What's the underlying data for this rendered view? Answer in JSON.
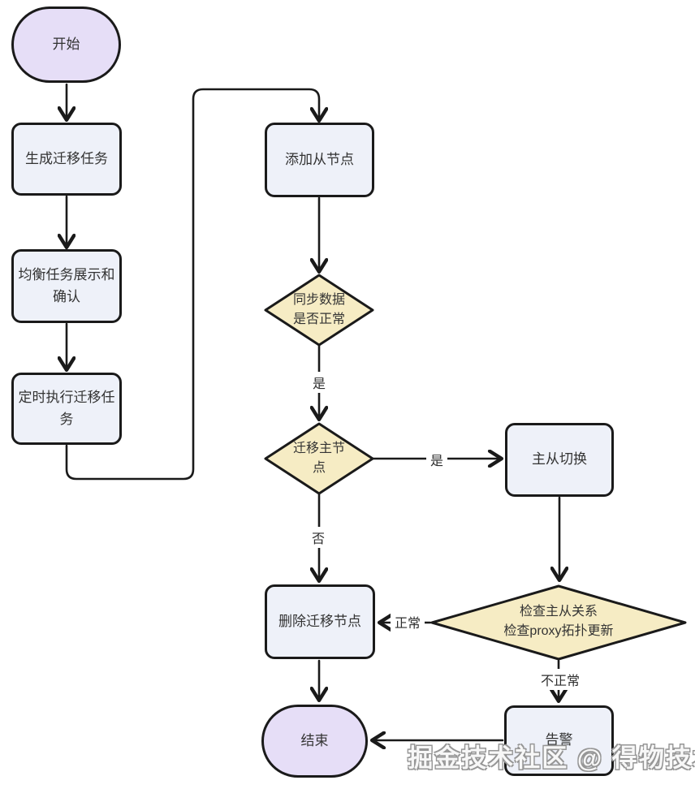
{
  "diagram": {
    "watermark": "掘金技术社区 @ 得物技术",
    "colors": {
      "terminal_fill": "#e6def7",
      "process_fill": "#eef1f9",
      "decision_fill": "#f6ecc4",
      "stroke_color": "#1a1a1a",
      "text_color": "#333333"
    },
    "nodes": {
      "start": {
        "type": "terminal",
        "label": "开始"
      },
      "generate_task": {
        "type": "process",
        "label": "生成迁移任务"
      },
      "balance_confirm": {
        "type": "process",
        "lines": [
          "均衡任务展示和",
          "确认"
        ]
      },
      "scheduled_execute": {
        "type": "process",
        "lines": [
          "定时执行迁移任",
          "务"
        ]
      },
      "add_slave": {
        "type": "process",
        "label": "添加从节点"
      },
      "sync_check": {
        "type": "decision",
        "lines": [
          "同步数据",
          "是否正常"
        ]
      },
      "migrate_master": {
        "type": "decision",
        "lines": [
          "迁移主节",
          "点"
        ]
      },
      "master_slave_switch": {
        "type": "process",
        "label": "主从切换"
      },
      "check_topology": {
        "type": "decision",
        "lines": [
          "检查主从关系",
          "检查proxy拓扑更新"
        ]
      },
      "delete_node": {
        "type": "process",
        "label": "删除迁移节点"
      },
      "alert": {
        "type": "process",
        "label": "告警"
      },
      "end": {
        "type": "terminal",
        "label": "结束"
      }
    },
    "edge_labels": {
      "sync_yes": "是",
      "migrate_yes": "是",
      "migrate_no": "否",
      "check_normal": "正常",
      "check_abnormal": "不正常"
    }
  }
}
